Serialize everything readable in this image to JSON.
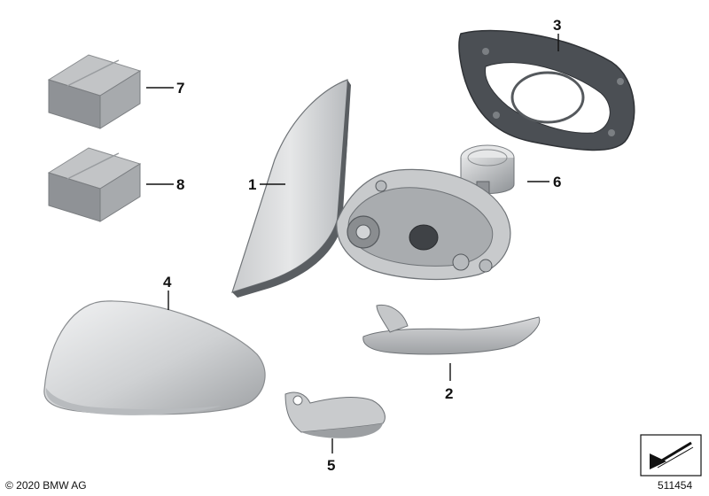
{
  "copyright": "© 2020 BMW AG",
  "diagram_number": "511454",
  "callouts": [
    {
      "id": "1",
      "label": "1"
    },
    {
      "id": "2",
      "label": "2"
    },
    {
      "id": "3",
      "label": "3"
    },
    {
      "id": "4",
      "label": "4"
    },
    {
      "id": "5",
      "label": "5"
    },
    {
      "id": "6",
      "label": "6"
    },
    {
      "id": "7",
      "label": "7"
    },
    {
      "id": "8",
      "label": "8"
    }
  ],
  "colors": {
    "part_light": "#d4d6d8",
    "part_mid": "#a9acaf",
    "part_dark": "#55595d",
    "frame": "#4b4f54"
  }
}
